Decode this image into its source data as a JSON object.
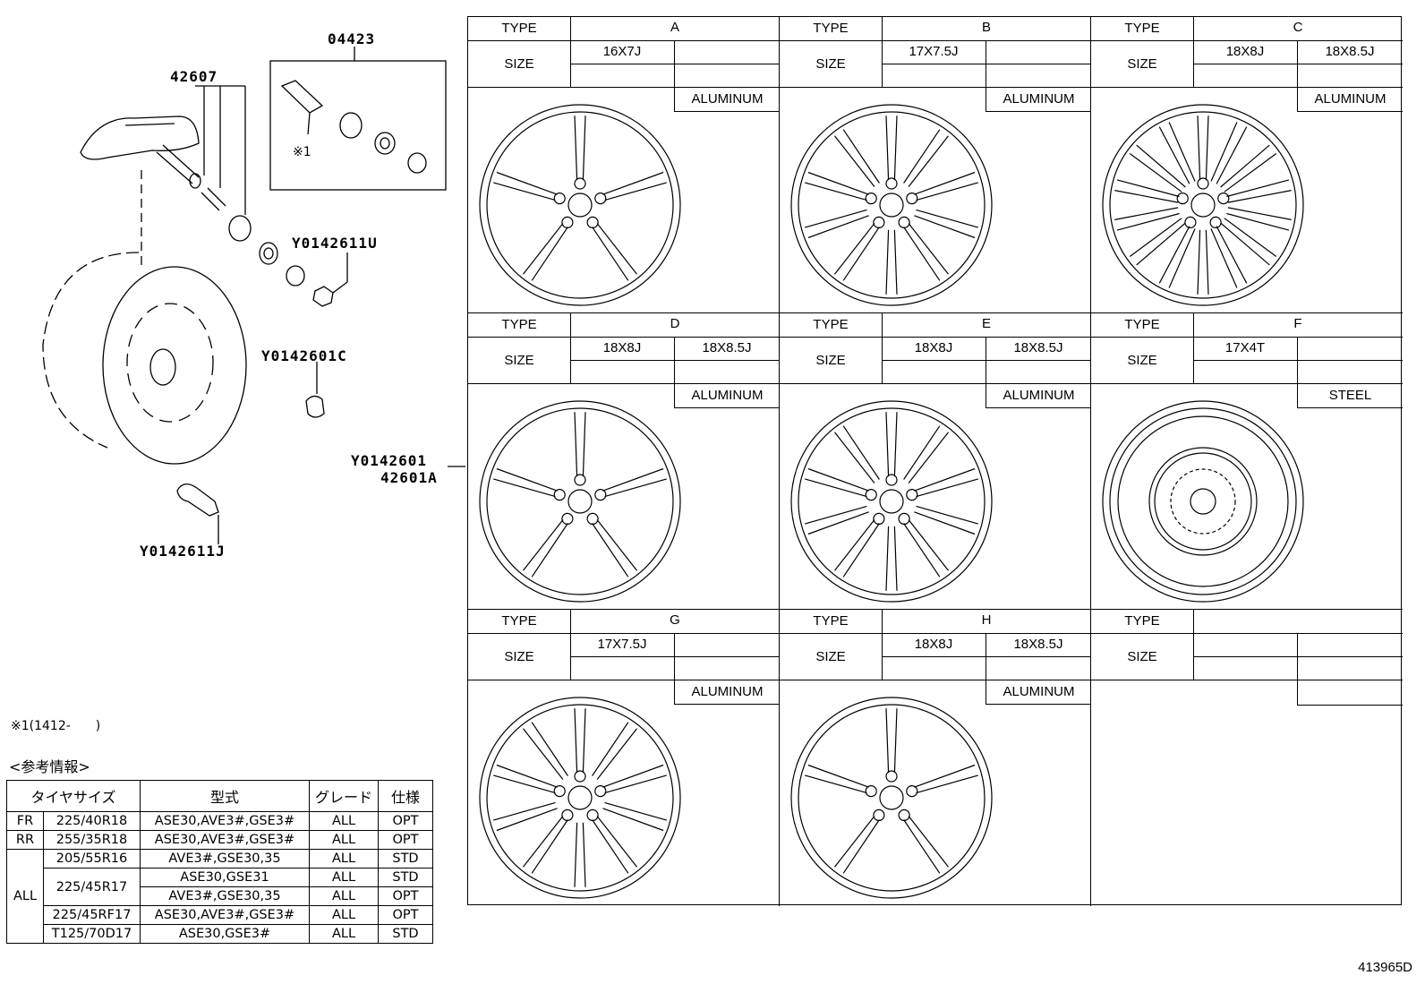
{
  "part_numbers": {
    "p04423": "04423",
    "p42607": "42607",
    "y0142611u": "Y0142611U",
    "y0142601c": "Y0142601C",
    "y0142601": "Y0142601",
    "p42601a": "42601A",
    "y0142611j": "Y0142611J",
    "note_mark": "※1"
  },
  "footnote": "※1(1412-　　)",
  "ref_title": "<参考情報>",
  "doc_id": "413965D",
  "wheel_table": {
    "type_label": "TYPE",
    "size_label": "SIZE",
    "cells": [
      {
        "type": "A",
        "size1": "16X7J",
        "size2": "",
        "material": "ALUMINUM"
      },
      {
        "type": "B",
        "size1": "17X7.5J",
        "size2": "",
        "material": "ALUMINUM"
      },
      {
        "type": "C",
        "size1": "18X8J",
        "size2": "18X8.5J",
        "material": "ALUMINUM"
      },
      {
        "type": "D",
        "size1": "18X8J",
        "size2": "18X8.5J",
        "material": "ALUMINUM"
      },
      {
        "type": "E",
        "size1": "18X8J",
        "size2": "18X8.5J",
        "material": "ALUMINUM"
      },
      {
        "type": "F",
        "size1": "17X4T",
        "size2": "",
        "material": "STEEL"
      },
      {
        "type": "G",
        "size1": "17X7.5J",
        "size2": "",
        "material": "ALUMINUM"
      },
      {
        "type": "H",
        "size1": "18X8J",
        "size2": "18X8.5J",
        "material": "ALUMINUM"
      },
      {
        "type": "",
        "size1": "",
        "size2": "",
        "material": ""
      }
    ]
  },
  "ref_table": {
    "headers": [
      "タイヤサイズ",
      "型式",
      "グレード",
      "仕様"
    ],
    "rows": [
      {
        "pos": "FR",
        "tire": "225/40R18",
        "model": "ASE30,AVE3#,GSE3#",
        "grade": "ALL",
        "spec": "OPT"
      },
      {
        "pos": "RR",
        "tire": "255/35R18",
        "model": "ASE30,AVE3#,GSE3#",
        "grade": "ALL",
        "spec": "OPT"
      },
      {
        "pos": "ALL",
        "tire": "205/55R16",
        "model": "AVE3#,GSE30,35",
        "grade": "ALL",
        "spec": "STD"
      },
      {
        "pos": "",
        "tire": "225/45R17",
        "model": "ASE30,GSE31",
        "grade": "ALL",
        "spec": "STD"
      },
      {
        "pos": "",
        "tire": "",
        "model": "AVE3#,GSE30,35",
        "grade": "ALL",
        "spec": "OPT"
      },
      {
        "pos": "",
        "tire": "225/45RF17",
        "model": "ASE30,AVE3#,GSE3#",
        "grade": "ALL",
        "spec": "OPT"
      },
      {
        "pos": "",
        "tire": "T125/70D17",
        "model": "ASE30,GSE3#",
        "grade": "ALL",
        "spec": "STD"
      }
    ]
  }
}
